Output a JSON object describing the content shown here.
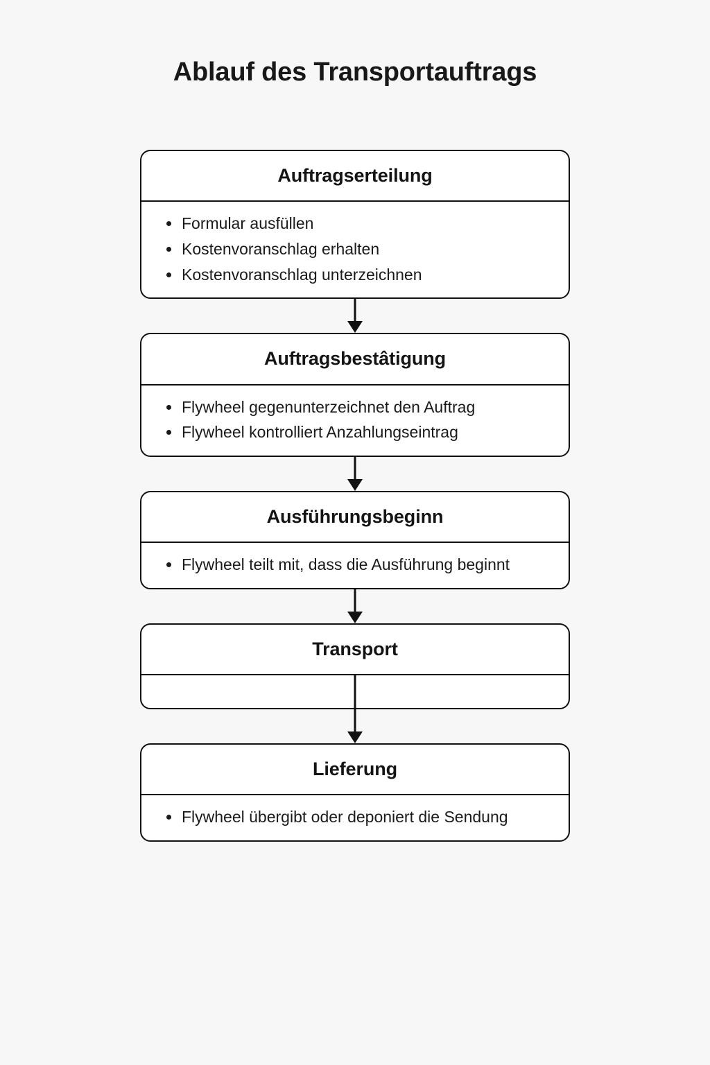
{
  "title": "Ablauf des Transportauftrags",
  "theme": {
    "background": "#f7f7f7",
    "node_fill": "#ffffff",
    "stroke": "#111111",
    "text": "#1a1a1a"
  },
  "chart_data": {
    "type": "diagram",
    "subtype": "vertical-flowchart",
    "title": "Ablauf des Transportauftrags",
    "direction": "top-to-bottom",
    "node_count": 5,
    "connector": "arrow-down",
    "nodes": [
      {
        "id": "auftragserteilung",
        "header": "Auftragserteilung",
        "bullets": [
          "Formular ausfüllen",
          "Kostenvoranschlag erhalten",
          "Kostenvoranschlag unterzeichnen"
        ]
      },
      {
        "id": "auftragsbestaetigung",
        "header": "Auftragsbestâtigung",
        "bullets": [
          "Flywheel gegenunterzeichnet den Auftrag",
          "Flywheel kontrolliert Anzahlungseintrag"
        ]
      },
      {
        "id": "ausfuehrungsbeginn",
        "header": "Ausführungsbeginn",
        "bullets": [
          "Flywheel teilt mit, dass die Ausführung beginnt"
        ]
      },
      {
        "id": "transport",
        "header": "Transport",
        "bullets": []
      },
      {
        "id": "lieferung",
        "header": "Lieferung",
        "bullets": [
          "Flywheel übergibt oder deponiert die Sendung"
        ]
      }
    ],
    "edges": [
      {
        "from": "auftragserteilung",
        "to": "auftragsbestaetigung"
      },
      {
        "from": "auftragsbestaetigung",
        "to": "ausfuehrungsbeginn"
      },
      {
        "from": "ausfuehrungsbeginn",
        "to": "transport"
      },
      {
        "from": "transport",
        "to": "lieferung"
      }
    ]
  }
}
